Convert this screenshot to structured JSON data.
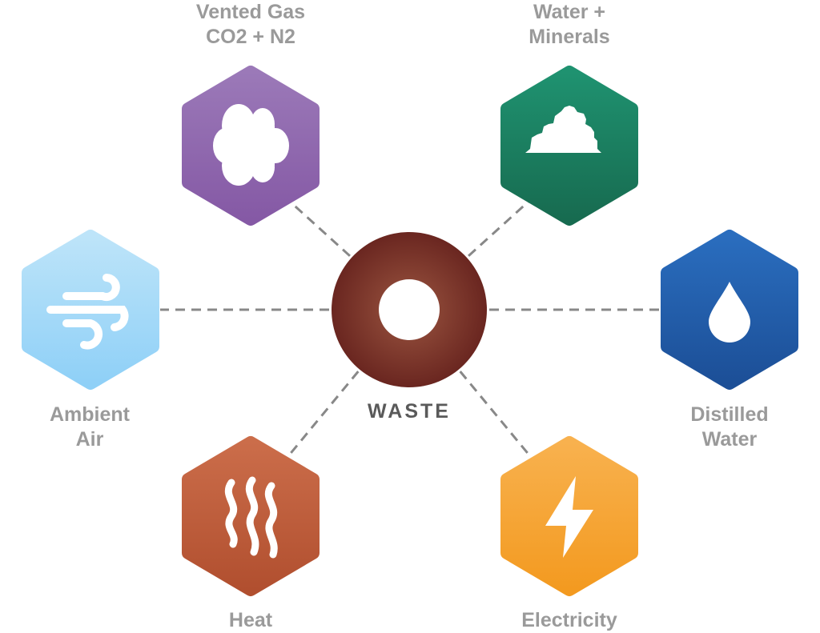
{
  "center": {
    "label": "WASTE",
    "icon": "donut-icon",
    "color": "#6e2a22"
  },
  "nodes": [
    {
      "id": "vented-gas",
      "lines": [
        "Vented Gas",
        "CO2 + N2"
      ],
      "icon": "cloud-icon",
      "colors": [
        "#9b79b8",
        "#8559a5"
      ]
    },
    {
      "id": "water-minerals",
      "lines": [
        "Water +",
        "Minerals"
      ],
      "icon": "mineral-pile-icon",
      "colors": [
        "#1f9270",
        "#176b50"
      ]
    },
    {
      "id": "ambient-air",
      "lines": [
        "Ambient",
        "Air"
      ],
      "icon": "wind-icon",
      "colors": [
        "#bde4f9",
        "#8fd0f7"
      ]
    },
    {
      "id": "distilled-water",
      "lines": [
        "Distilled",
        "Water"
      ],
      "icon": "water-drop-icon",
      "colors": [
        "#2a6dbe",
        "#1c4f97"
      ]
    },
    {
      "id": "heat",
      "lines": [
        "Heat"
      ],
      "icon": "heat-waves-icon",
      "colors": [
        "#cb6d4a",
        "#b14f2f"
      ]
    },
    {
      "id": "electricity",
      "lines": [
        "Electricity"
      ],
      "icon": "lightning-bolt-icon",
      "colors": [
        "#f8b14e",
        "#f39a20"
      ]
    }
  ]
}
